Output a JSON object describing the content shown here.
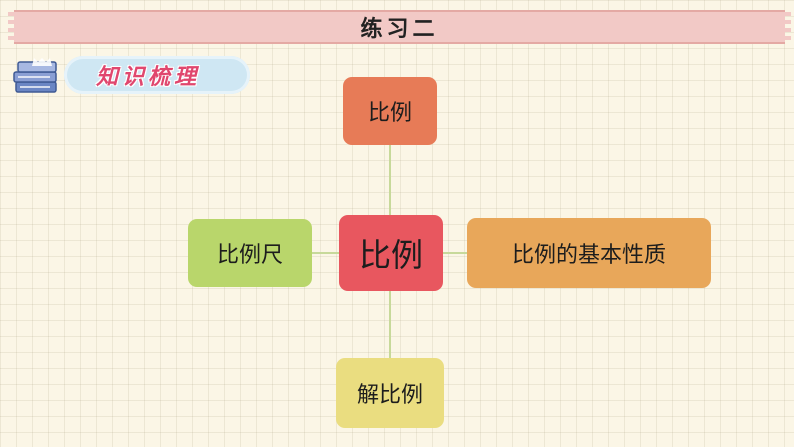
{
  "banner": {
    "title": "练习二"
  },
  "section": {
    "label": "知识梳理",
    "icon": "books-icon"
  },
  "mindmap": {
    "center": "比例",
    "top": "比例",
    "left": "比例尺",
    "right": "比例的基本性质",
    "bottom": "解比例"
  },
  "colors": {
    "center": "#e8575f",
    "top": "#e77b57",
    "left": "#b9d66b",
    "right": "#e8a75a",
    "bottom": "#eadd80",
    "connector": "#c7d99a",
    "banner": "#f2c9c6",
    "section_text": "#e0476e"
  }
}
